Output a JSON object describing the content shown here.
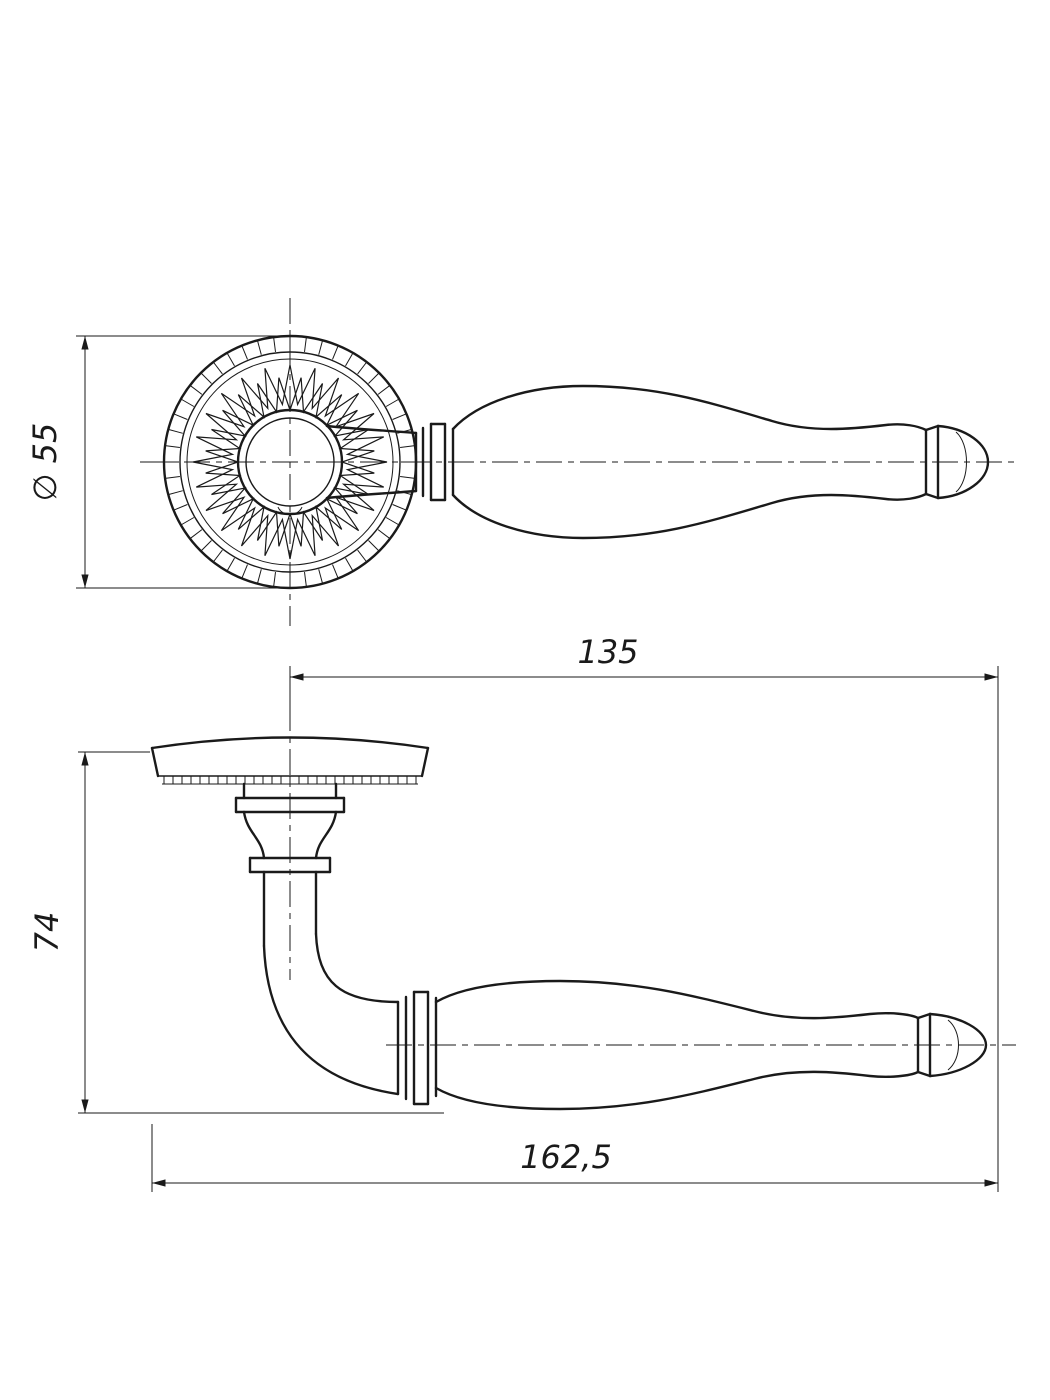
{
  "page": {
    "background": "#ffffff",
    "line_color": "#1a1a1a"
  },
  "drawing": {
    "dimensions": {
      "rosette_diameter": "∅ 55",
      "axis_to_tip_length": "135",
      "height": "74",
      "overall_length": "162,5"
    }
  }
}
